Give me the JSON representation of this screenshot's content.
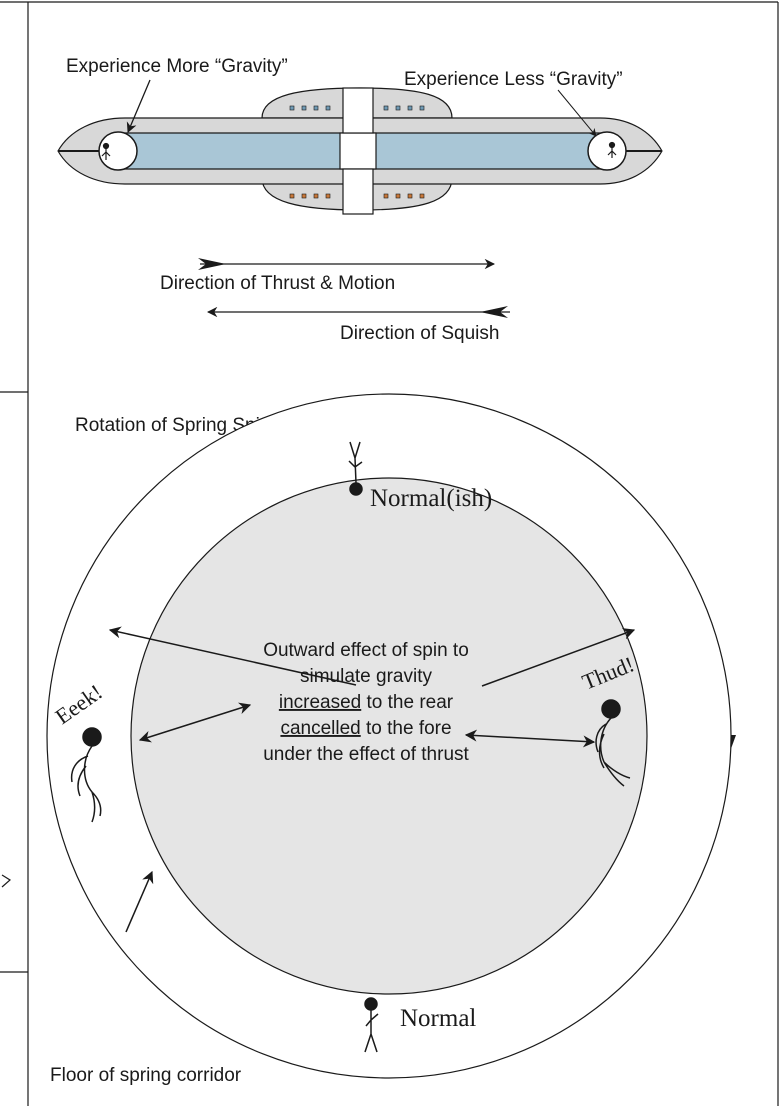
{
  "ship_labels": {
    "more_gravity": "Experience More “Gravity”",
    "less_gravity": "Experience Less “Gravity”"
  },
  "direction_labels": {
    "thrust": "Direction of Thrust & Motion",
    "squish": "Direction of Squish"
  },
  "rotation_label": "Rotation of Spring Spin",
  "figure_labels": {
    "top": "Normal(ish)",
    "bottom": "Normal",
    "left": "Eeek!",
    "right": "Thud!"
  },
  "center_text": {
    "line1": "Outward effect of spin to",
    "line2": "simulate gravity",
    "line3_underlined": "increased",
    "line3_rest": " to the rear",
    "line4_underlined": "cancelled",
    "line4_rest": " to the fore",
    "line5": "under the effect of thrust"
  },
  "floor_label": "Floor of spring corridor",
  "colors": {
    "hull": "#d8d8d8",
    "corridor": "#a9c6d6",
    "inner_circle": "#e5e5e5",
    "window_blue": "#6f9ab5",
    "window_orange": "#c9783a",
    "ink": "#1a1a1a"
  }
}
